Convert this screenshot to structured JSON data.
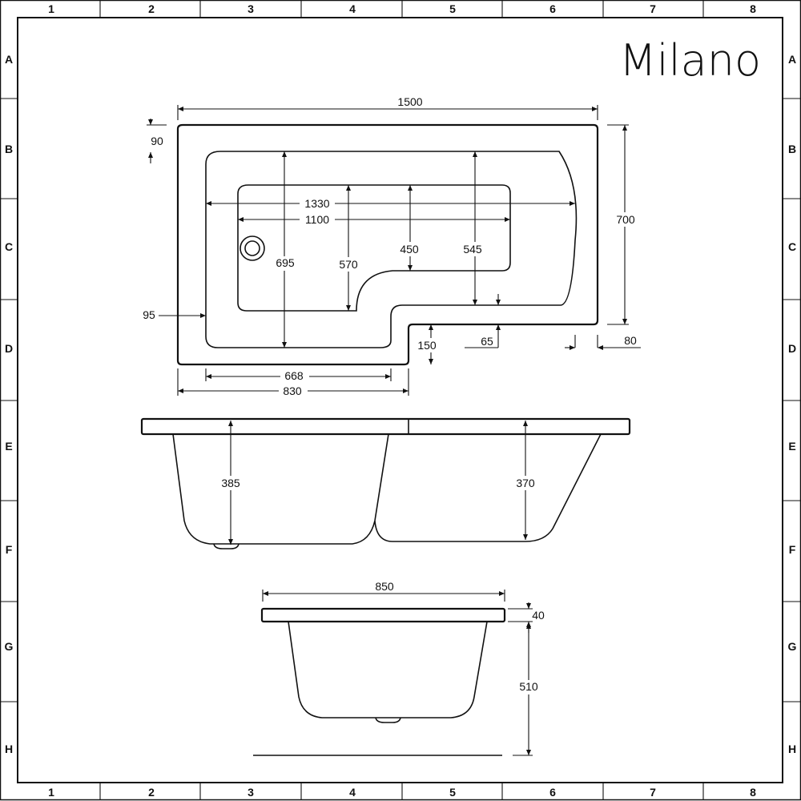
{
  "brand": "Milano",
  "grid": {
    "columns": [
      "1",
      "2",
      "3",
      "4",
      "5",
      "6",
      "7",
      "8"
    ],
    "rows": [
      "A",
      "B",
      "C",
      "D",
      "E",
      "F",
      "G",
      "H"
    ]
  },
  "plan_view": {
    "dims": {
      "overall_length": "1500",
      "rim_top": "90",
      "inner_length": "1330",
      "floor_length": "1100",
      "overall_width": "700",
      "inner_width": "695",
      "floor_width": "570",
      "narrow_floor_width": "450",
      "narrow_inner_width": "545",
      "rim_side": "95",
      "step_depth": "150",
      "step_inset": "65",
      "rim_end": "80",
      "floor_front": "668",
      "wide_front": "830"
    }
  },
  "side_view": {
    "dims": {
      "depth_left": "385",
      "depth_right": "370"
    }
  },
  "end_view": {
    "dims": {
      "width": "850",
      "rim_thickness": "40",
      "height": "510"
    }
  }
}
